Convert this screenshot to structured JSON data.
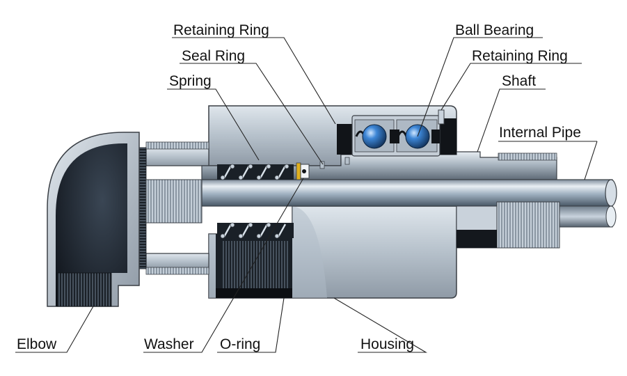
{
  "labels": {
    "retaining_ring_left": "Retaining Ring",
    "seal_ring": "Seal Ring",
    "spring": "Spring",
    "ball_bearing": "Ball Bearing",
    "retaining_ring_right": "Retaining Ring",
    "shaft": "Shaft",
    "internal_pipe": "Internal Pipe",
    "elbow": "Elbow",
    "washer": "Washer",
    "o_ring": "O-ring",
    "housing": "Housing"
  },
  "colors": {
    "metal_light": "#c9d3dd",
    "metal_mid": "#9aa7b4",
    "metal_dark": "#4e5a66",
    "outline": "#3a3f45",
    "black_part": "#111418",
    "bearing_ball": "#2e6fb8",
    "leader_line": "#222222"
  }
}
